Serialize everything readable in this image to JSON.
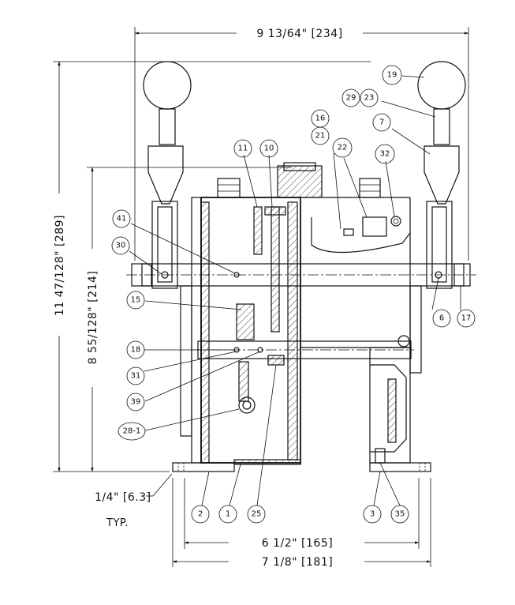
{
  "dimensions": {
    "overall_width": "9 13/64\" [234]",
    "overall_height": "11 47/128\" [289]",
    "shaft_height": "8 55/128\" [214]",
    "inner_base_width": "6 1/2\" [165]",
    "outer_base_width": "7 1/8\" [181]",
    "hole_size": "1/4\" [6.3]",
    "hole_note": "TYP."
  },
  "balloons": [
    "19",
    "29",
    "23",
    "7",
    "16",
    "21",
    "22",
    "32",
    "11",
    "10",
    "41",
    "30",
    "15",
    "18",
    "31",
    "39",
    "28-1",
    "6",
    "17",
    "2",
    "1",
    "25",
    "3",
    "35"
  ]
}
